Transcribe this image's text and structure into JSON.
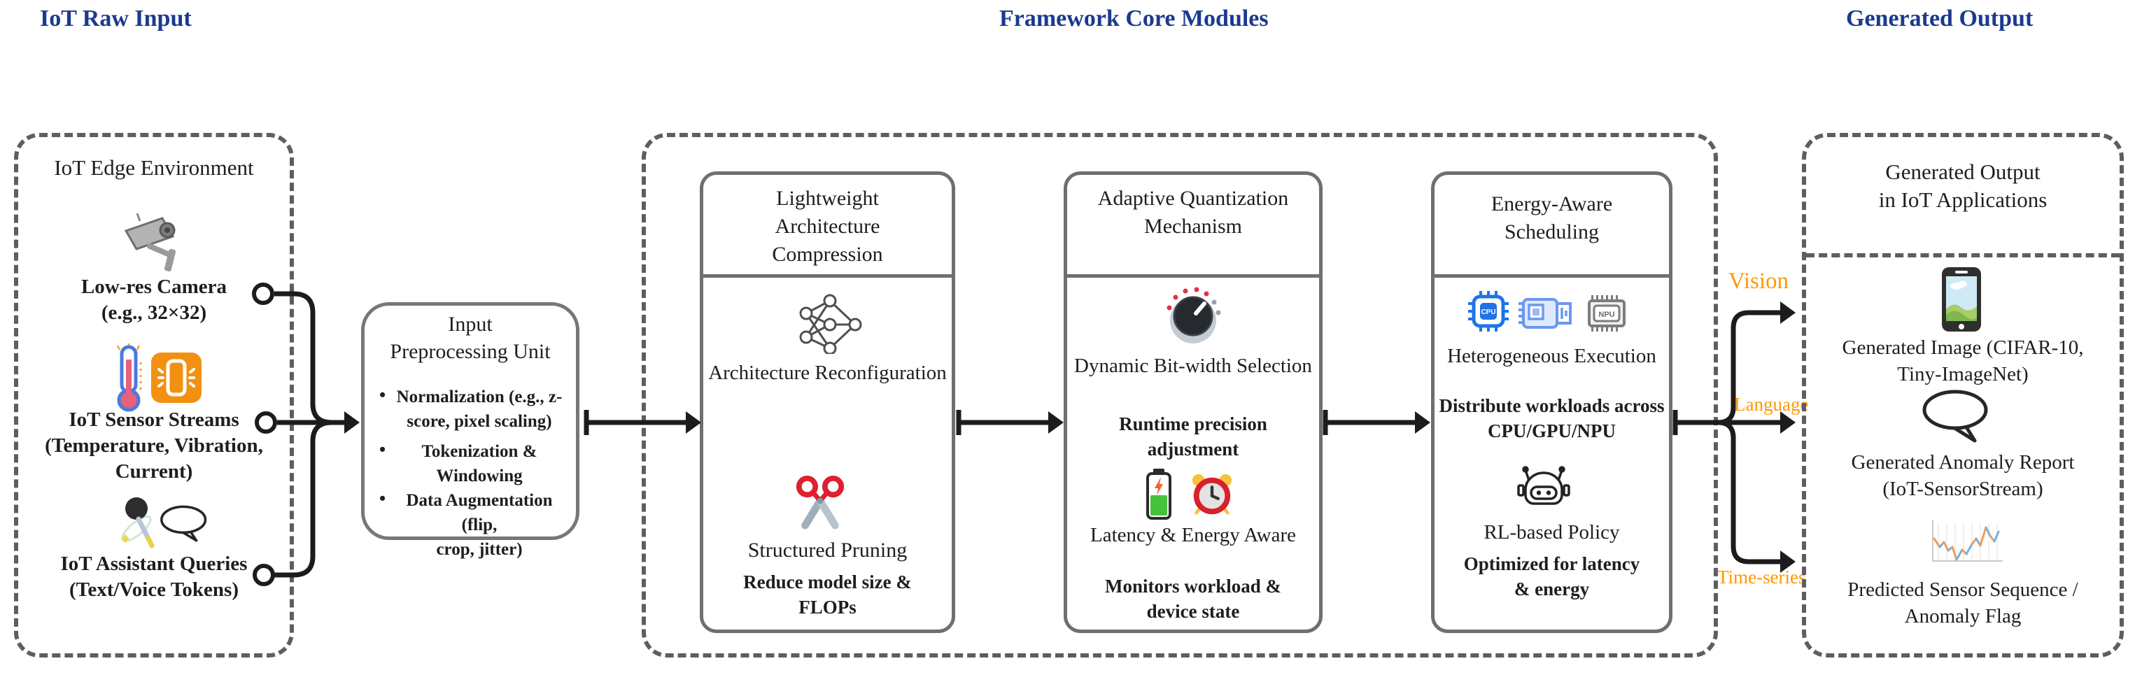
{
  "headers": {
    "left": "IoT Raw Input",
    "center": "Framework Core Modules",
    "right": "Generated Output"
  },
  "colors": {
    "header_text": "#1b3a8f",
    "branch_label": "#ff9800",
    "connector": "#1c1c1c",
    "dashed_border": "#5e5e5e",
    "module_border": "#6f6f6f"
  },
  "edge_environment": {
    "title": "IoT Edge Environment",
    "items": [
      {
        "icons": [
          "cctv-camera-icon"
        ],
        "lines": [
          "Low-res Camera",
          "(e.g., 32×32)"
        ]
      },
      {
        "icons": [
          "thermometer-icon",
          "vibrating-phone-icon"
        ],
        "lines": [
          "IoT Sensor Streams",
          "(Temperature, Vibration,",
          "Current)"
        ]
      },
      {
        "icons": [
          "microphone-icon",
          "speech-bubble-icon"
        ],
        "lines": [
          "IoT Assistant Queries",
          "(Text/Voice Tokens)"
        ]
      }
    ]
  },
  "preprocessing": {
    "title_lines": [
      "Input",
      "Preprocessing Unit"
    ],
    "bullet_char": "•",
    "bullets": [
      [
        "Normalization (e.g., z-",
        "score, pixel scaling)"
      ],
      [
        "Tokenization &",
        "Windowing"
      ],
      [
        "Data Augmentation (flip,",
        "crop, jitter)"
      ]
    ]
  },
  "modules": [
    {
      "title_lines": [
        "Lightweight",
        "Architecture",
        "Compression"
      ],
      "sections": [
        {
          "icons": [
            "neural-network-icon"
          ],
          "caption": "Architecture Reconfiguration",
          "note_lines": []
        },
        {
          "icons": [
            "scissors-icon"
          ],
          "caption": "Structured Pruning",
          "note_lines": [
            "Reduce model size & FLOPs"
          ]
        }
      ]
    },
    {
      "title_lines": [
        "Adaptive Quantization",
        "Mechanism"
      ],
      "sections": [
        {
          "icons": [
            "control-knob-icon"
          ],
          "caption": "Dynamic Bit-width Selection",
          "note_lines": [
            "Runtime precision",
            "adjustment"
          ]
        },
        {
          "icons": [
            "battery-icon",
            "alarm-clock-icon"
          ],
          "caption": "Latency & Energy Aware",
          "note_lines": [
            "Monitors workload &",
            "device state"
          ]
        }
      ]
    },
    {
      "title_lines": [
        "Energy-Aware",
        "Scheduling"
      ],
      "chip_labels": [
        "CPU",
        "NPU"
      ],
      "sections": [
        {
          "icons": [
            "cpu-chip-icon",
            "gpu-chip-icon",
            "npu-chip-icon"
          ],
          "caption": "Heterogeneous Execution",
          "note_lines": [
            "Distribute workloads across",
            "CPU/GPU/NPU"
          ]
        },
        {
          "icons": [
            "robot-icon"
          ],
          "caption": "RL-based Policy",
          "note_lines": [
            "Optimized for latency",
            "& energy"
          ]
        }
      ]
    }
  ],
  "branches": [
    {
      "label": "Vision"
    },
    {
      "label": "Language"
    },
    {
      "label": "Time-series"
    }
  ],
  "output": {
    "title_lines": [
      "Generated Output",
      "in IoT Applications"
    ],
    "items": [
      {
        "icons": [
          "smartphone-photo-icon"
        ],
        "lines": [
          "Generated Image (CIFAR-10,",
          "Tiny-ImageNet)"
        ]
      },
      {
        "icons": [
          "speech-bubble-icon"
        ],
        "lines": [
          "Generated Anomaly Report",
          "(IoT-SensorStream)"
        ]
      },
      {
        "icons": [
          "line-chart-icon"
        ],
        "lines": [
          "Predicted Sensor Sequence /",
          "Anomaly Flag"
        ]
      }
    ]
  }
}
